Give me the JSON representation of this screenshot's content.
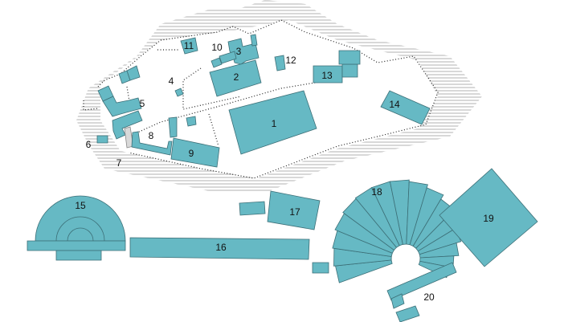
{
  "map": {
    "colors": {
      "building": "#66b9c4",
      "outline": "#3c6f77",
      "hatch": "#bdbdbd"
    },
    "labels": [
      "1",
      "2",
      "3",
      "4",
      "5",
      "6",
      "7",
      "8",
      "9",
      "10",
      "11",
      "12",
      "13",
      "14",
      "15",
      "16",
      "17",
      "18",
      "19",
      "20"
    ]
  }
}
